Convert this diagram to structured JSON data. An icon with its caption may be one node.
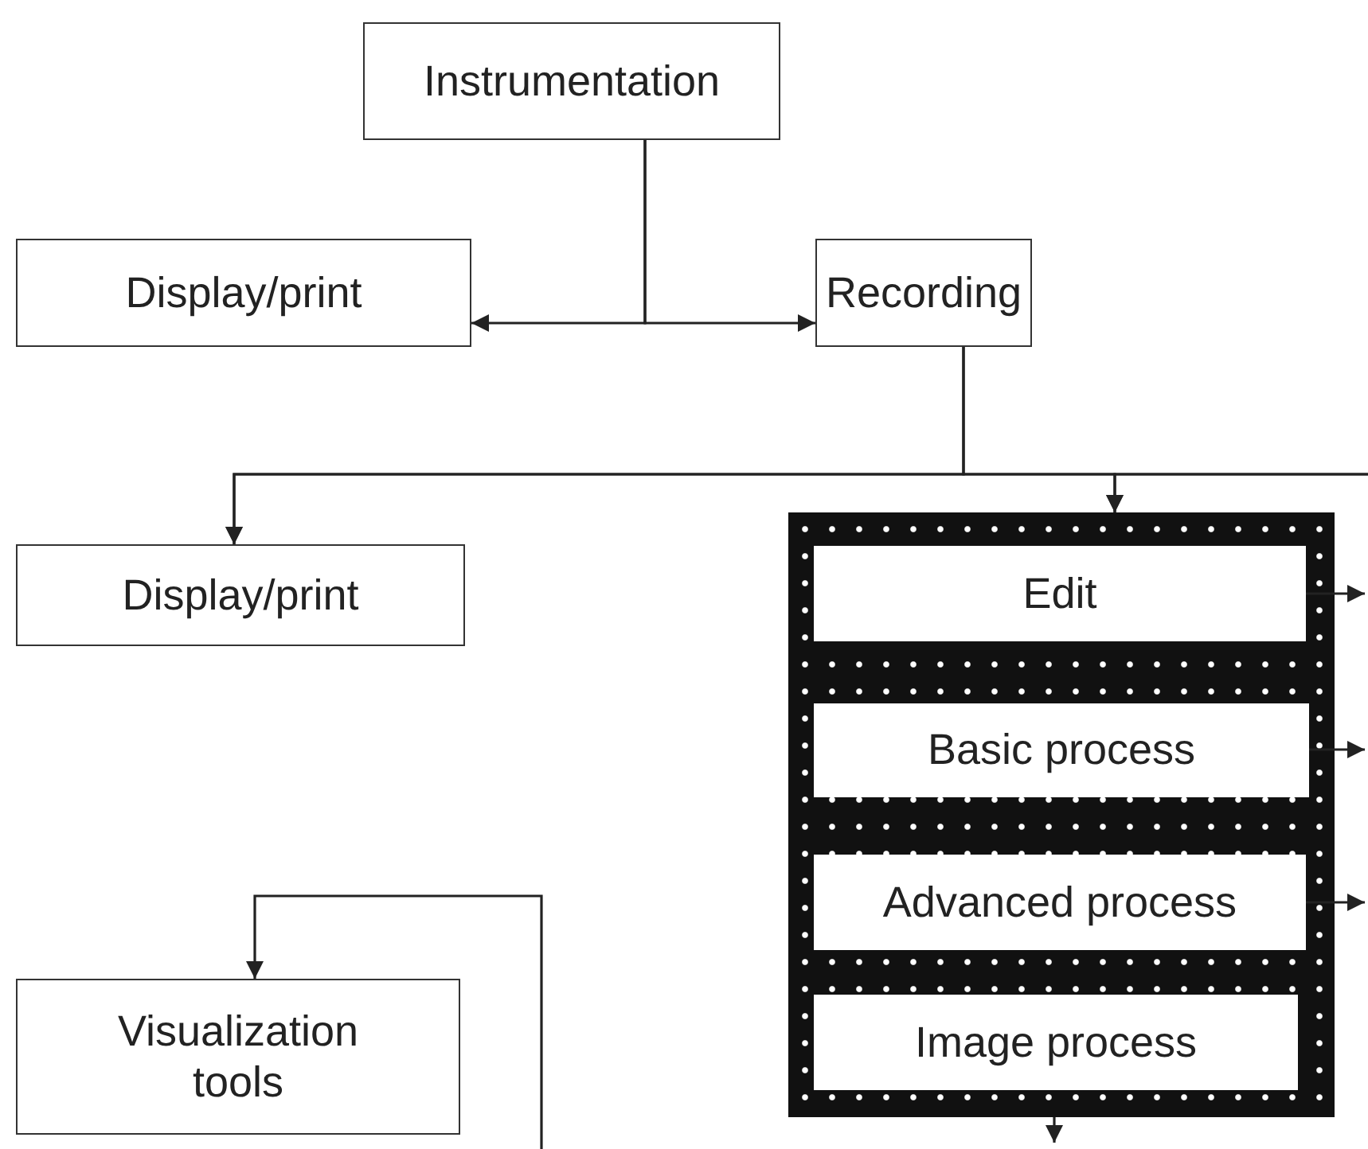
{
  "diagram": {
    "nodes": [
      {
        "text": [
          "Instrumentation"
        ]
      },
      {
        "text": [
          "Display/print"
        ]
      },
      {
        "text": [
          "Recording"
        ]
      },
      {
        "text": [
          "Display/print"
        ]
      },
      {
        "text": [],
        "shape": "box"
      },
      {
        "text": [
          "Edit"
        ],
        "in": 4
      },
      {
        "text": [
          "Basic process"
        ],
        "in": 4
      },
      {
        "text": [
          "Advanced process"
        ],
        "in": 4
      },
      {
        "text": [
          "Image process"
        ],
        "in": 4
      },
      {
        "text": [
          "Visualization tools"
        ]
      }
    ],
    "edges": [
      {
        "from": 0,
        "to": 1,
        "arrow": "to"
      },
      {
        "from": 0,
        "to": 2,
        "arrow": "to"
      },
      {
        "from": 2,
        "to": 3,
        "arrow": "to"
      },
      {
        "from": 2,
        "to": 4,
        "arrow": "to"
      },
      {
        "from": null,
        "to": 3,
        "arrow": "to"
      },
      {
        "from": null,
        "to": 4,
        "arrow": "to"
      },
      {
        "from": 5,
        "to": null,
        "arrow": "to"
      },
      {
        "from": 6,
        "to": null,
        "arrow": "to"
      },
      {
        "from": 7,
        "to": null,
        "arrow": "to"
      },
      {
        "from": 4,
        "to": null,
        "arrow": "to"
      },
      {
        "from": null,
        "to": 9,
        "arrow": "to"
      }
    ]
  }
}
